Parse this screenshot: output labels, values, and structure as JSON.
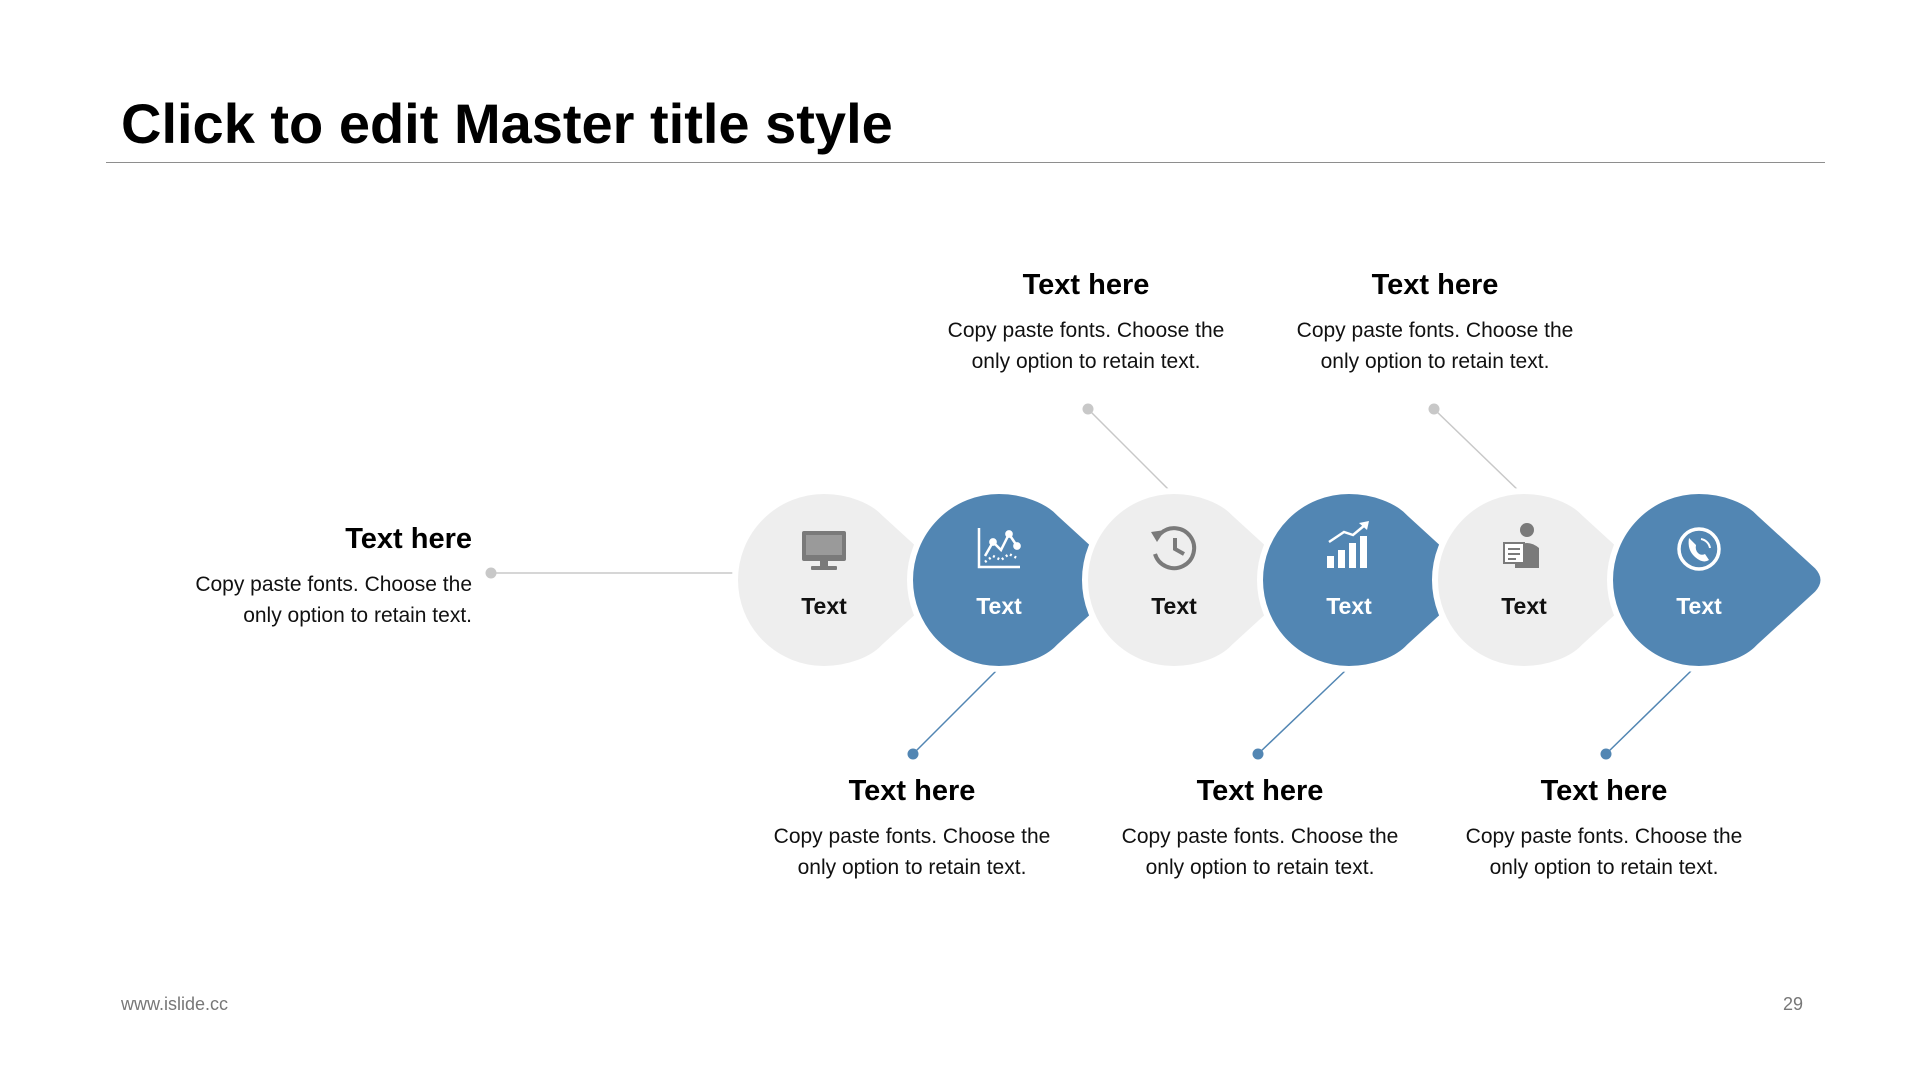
{
  "slide": {
    "title": "Click to edit Master title style",
    "footer_url": "www.islide.cc",
    "page_number": "29"
  },
  "colors": {
    "accent": "#5286b3",
    "light": "#eeeeee",
    "connector_gray": "#c8c8c8",
    "icon_gray": "#7a7a7a"
  },
  "steps": [
    {
      "label": "Text",
      "icon": "monitor-icon",
      "style": "light"
    },
    {
      "label": "Text",
      "icon": "line-chart-icon",
      "style": "accent"
    },
    {
      "label": "Text",
      "icon": "history-icon",
      "style": "light"
    },
    {
      "label": "Text",
      "icon": "bar-growth-icon",
      "style": "accent"
    },
    {
      "label": "Text",
      "icon": "person-document-icon",
      "style": "light"
    },
    {
      "label": "Text",
      "icon": "phone-icon",
      "style": "accent"
    }
  ],
  "callouts": {
    "left": {
      "heading": "Text here",
      "body": "Copy paste fonts. Choose the only option to retain text."
    },
    "top": [
      {
        "heading": "Text here",
        "body": "Copy paste fonts. Choose the only option to retain text."
      },
      {
        "heading": "Text here",
        "body": "Copy paste fonts. Choose the only option to retain text."
      }
    ],
    "bottom": [
      {
        "heading": "Text here",
        "body": "Copy paste fonts. Choose the only option to retain text."
      },
      {
        "heading": "Text here",
        "body": "Copy paste fonts. Choose the only option to retain text."
      },
      {
        "heading": "Text here",
        "body": "Copy paste fonts. Choose the only option to retain text."
      }
    ]
  }
}
